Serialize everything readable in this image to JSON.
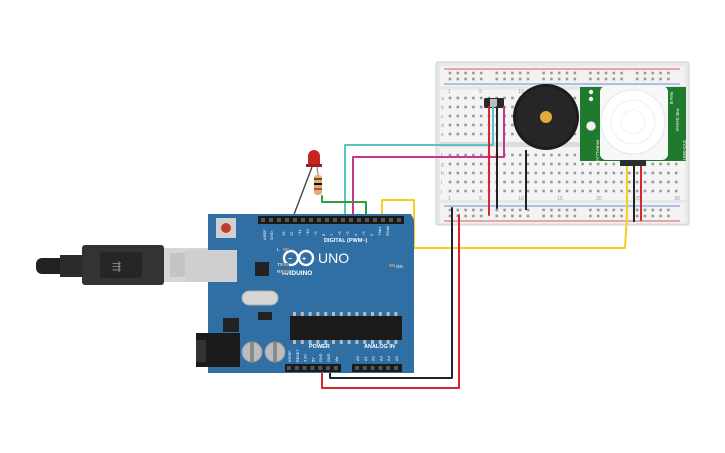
{
  "board": {
    "name": "UNO",
    "brand": "ARDUINO",
    "digital_label": "DIGITAL (PWM~)",
    "analog_label": "ANALOG IN",
    "power_label": "POWER",
    "on_label": "ON",
    "l_label": "L",
    "tx_label": "TX",
    "rx_label": "RX",
    "aref": "AREF",
    "gnd": "GND",
    "digital_pins": [
      "13",
      "12",
      "~11",
      "~10",
      "~9",
      "8",
      "7",
      "~6",
      "~5",
      "4",
      "~3",
      "2",
      "TX▸1",
      "RX◂0"
    ],
    "power_pins": [
      "IOREF",
      "RESET",
      "3.3V",
      "5V",
      "GND",
      "GND",
      "Vin"
    ],
    "analog_pins": [
      "A0",
      "A1",
      "A2",
      "A3",
      "A4",
      "A5"
    ]
  },
  "breadboard": {
    "row_letters_top": [
      "a",
      "b",
      "c",
      "d",
      "e"
    ],
    "row_letters_bottom": [
      "f",
      "g",
      "h",
      "i",
      "j"
    ],
    "col_numbers": [
      "1",
      "5",
      "10",
      "15",
      "20",
      "25",
      "30"
    ]
  },
  "pir": {
    "title": "PIR Sensor",
    "model": "SYS-04871",
    "side": "PARALLAX",
    "rev": "Rev B"
  },
  "colors": {
    "board": "#2f6fa4",
    "wire_cyan": "#5bc2c5",
    "wire_magenta": "#c2378f",
    "wire_yellow": "#f4cf1f",
    "wire_red": "#d8262b",
    "wire_black": "#222222",
    "wire_green": "#2ea043",
    "pir_board": "#1f7a2e",
    "led": "#cc2222"
  }
}
